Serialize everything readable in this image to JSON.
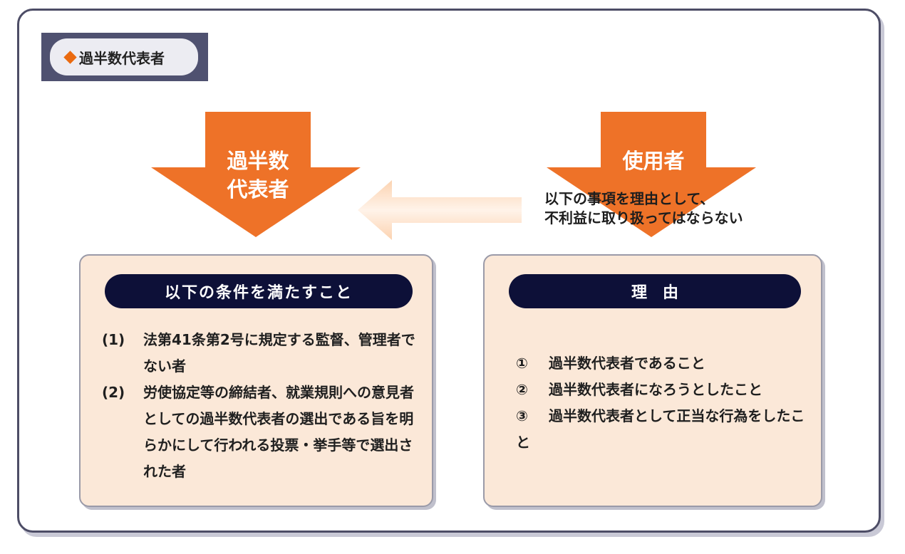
{
  "title": "過半数代表者",
  "left_arrow": {
    "label_line1": "過半数",
    "label_line2": "代表者"
  },
  "right_arrow": {
    "label": "使用者"
  },
  "note": {
    "line1": "以下の事項を理由として、",
    "line2": "不利益に取り扱ってはならない"
  },
  "conditions": {
    "header": "以下の条件を満たすこと",
    "items": [
      {
        "num": "(1)",
        "text": "法第41条第2号に規定する監督、管理者でない者"
      },
      {
        "num": "(2)",
        "text": "労使協定等の締結者、就業規則への意見者としての過半数代表者の選出である旨を明らかにして行われる投票・挙手等で選出された者"
      }
    ]
  },
  "reasons": {
    "header": "理　由",
    "items": [
      {
        "num": "①",
        "text": "過半数代表者であること"
      },
      {
        "num": "②",
        "text": "過半数代表者になろうとしたこと"
      },
      {
        "num": "③",
        "text": "過半数代表者として正当な行為をしたこと"
      }
    ]
  },
  "colors": {
    "arrow": "#ee7228",
    "header": "#0d1038",
    "box": "#fbe8d8",
    "title_bg": "#4f5170"
  }
}
